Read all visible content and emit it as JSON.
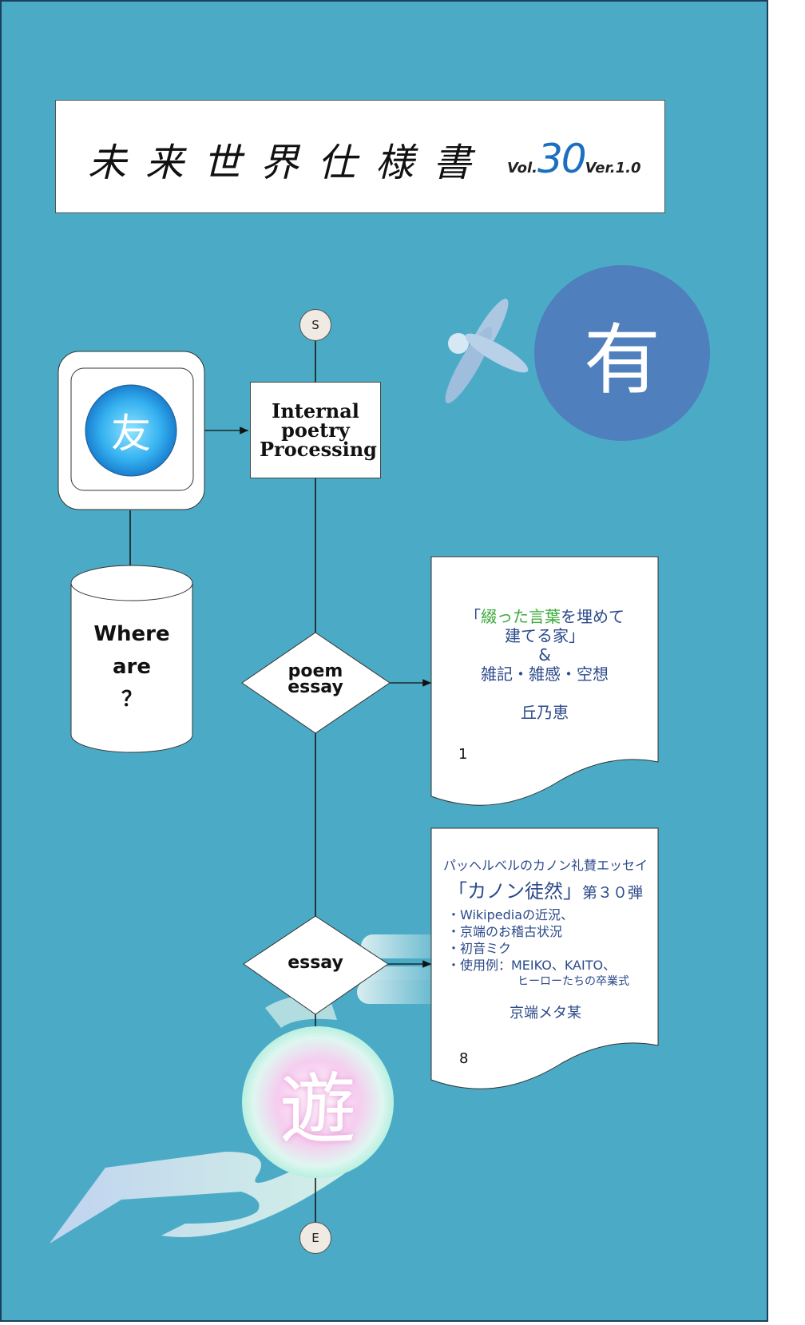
{
  "header": {
    "title": "未来世界仕様書",
    "vol_prefix": "Vol.",
    "vol_number": "30",
    "ver": "Ver.1.0"
  },
  "flow": {
    "start_label": "S",
    "end_label": "E",
    "process_label": "Internal poetry Processing",
    "decision1_line1": "poem",
    "decision1_line2": "essay",
    "decision2_label": "essay",
    "database_line1": "Where",
    "database_line2": "are",
    "database_line3": "？"
  },
  "kanji": {
    "friend": "友",
    "have": "有",
    "play": "遊"
  },
  "doc1": {
    "title_open": "「",
    "title_green": "綴った言葉",
    "title_rest": "を埋めて",
    "title_line2": "建てる家」",
    "amp": "&",
    "subtitle": "雑記・雑感・空想",
    "author": "丘乃恵",
    "page": "1"
  },
  "doc2": {
    "intro": "パッヘルベルのカノン礼賛エッセイ",
    "title": "「カノン徒然」",
    "series": "第３０弾",
    "bullets": [
      "・Wikipediaの近況、",
      "・京端のお稽古状況",
      "・初音ミク",
      "・使用例：MEIKO、KAITO、"
    ],
    "bullet_cont": "ヒーローたちの卒業式",
    "author": "京端メタ某",
    "page": "8"
  },
  "colors": {
    "background": "#4babc6",
    "friend_circle": "#35b1f0",
    "have_circle": "#4f7fbd",
    "play_glow": "#f4c6ef",
    "doc_text": "#2b4a8a",
    "doc_green": "#3aab3a"
  }
}
